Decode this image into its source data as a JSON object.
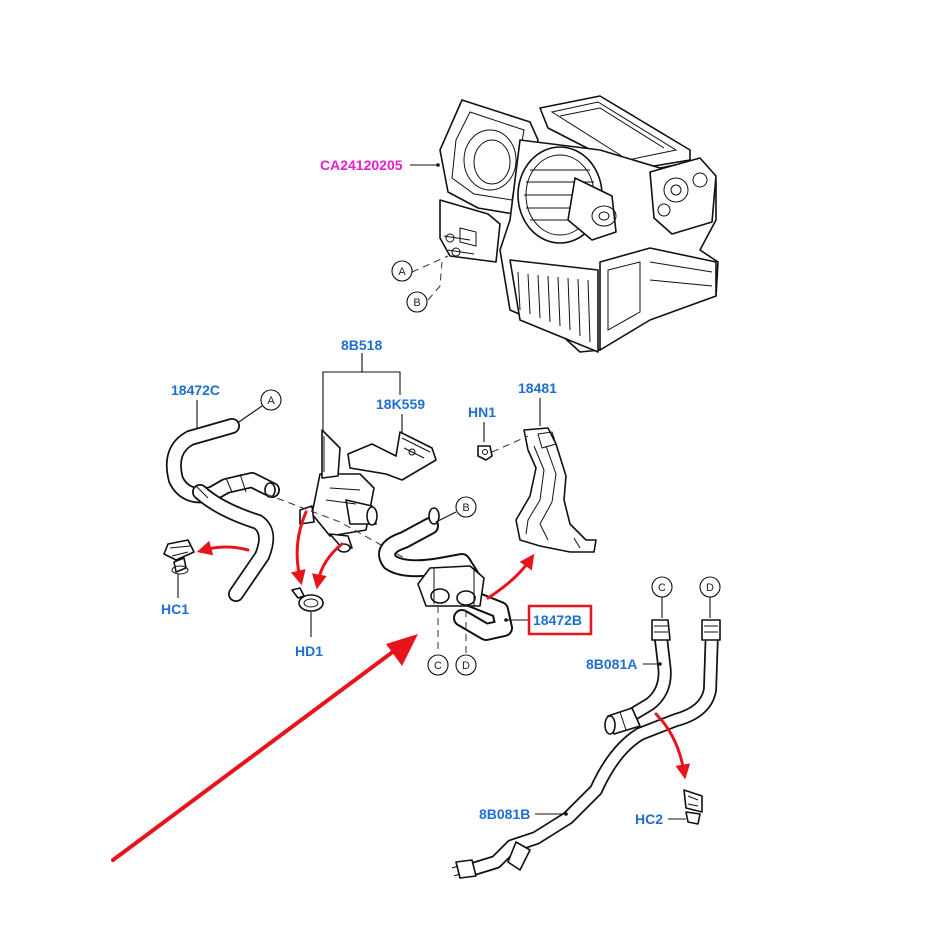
{
  "labels": {
    "ref_code": "CA24120205",
    "p_8b518": "8B518",
    "p_18472c": "18472C",
    "p_18k559": "18K559",
    "p_18481": "18481",
    "p_hn1": "HN1",
    "p_hc1": "HC1",
    "p_hd1": "HD1",
    "p_18472b": "18472B",
    "p_8b081a": "8B081A",
    "p_8b081b": "8B081B",
    "p_hc2": "HC2"
  },
  "connectors": {
    "a_top": "A",
    "b_top": "B",
    "a_mid": "A",
    "b_mid": "B",
    "c_mid": "C",
    "d_mid": "D",
    "c_right": "C",
    "d_right": "D"
  },
  "highlight": {
    "part": "18472B",
    "color": "#e8141b"
  },
  "colors": {
    "part_label": "#1f6fd1",
    "ref_label": "#e020d0",
    "arrow": "#e8141b"
  }
}
